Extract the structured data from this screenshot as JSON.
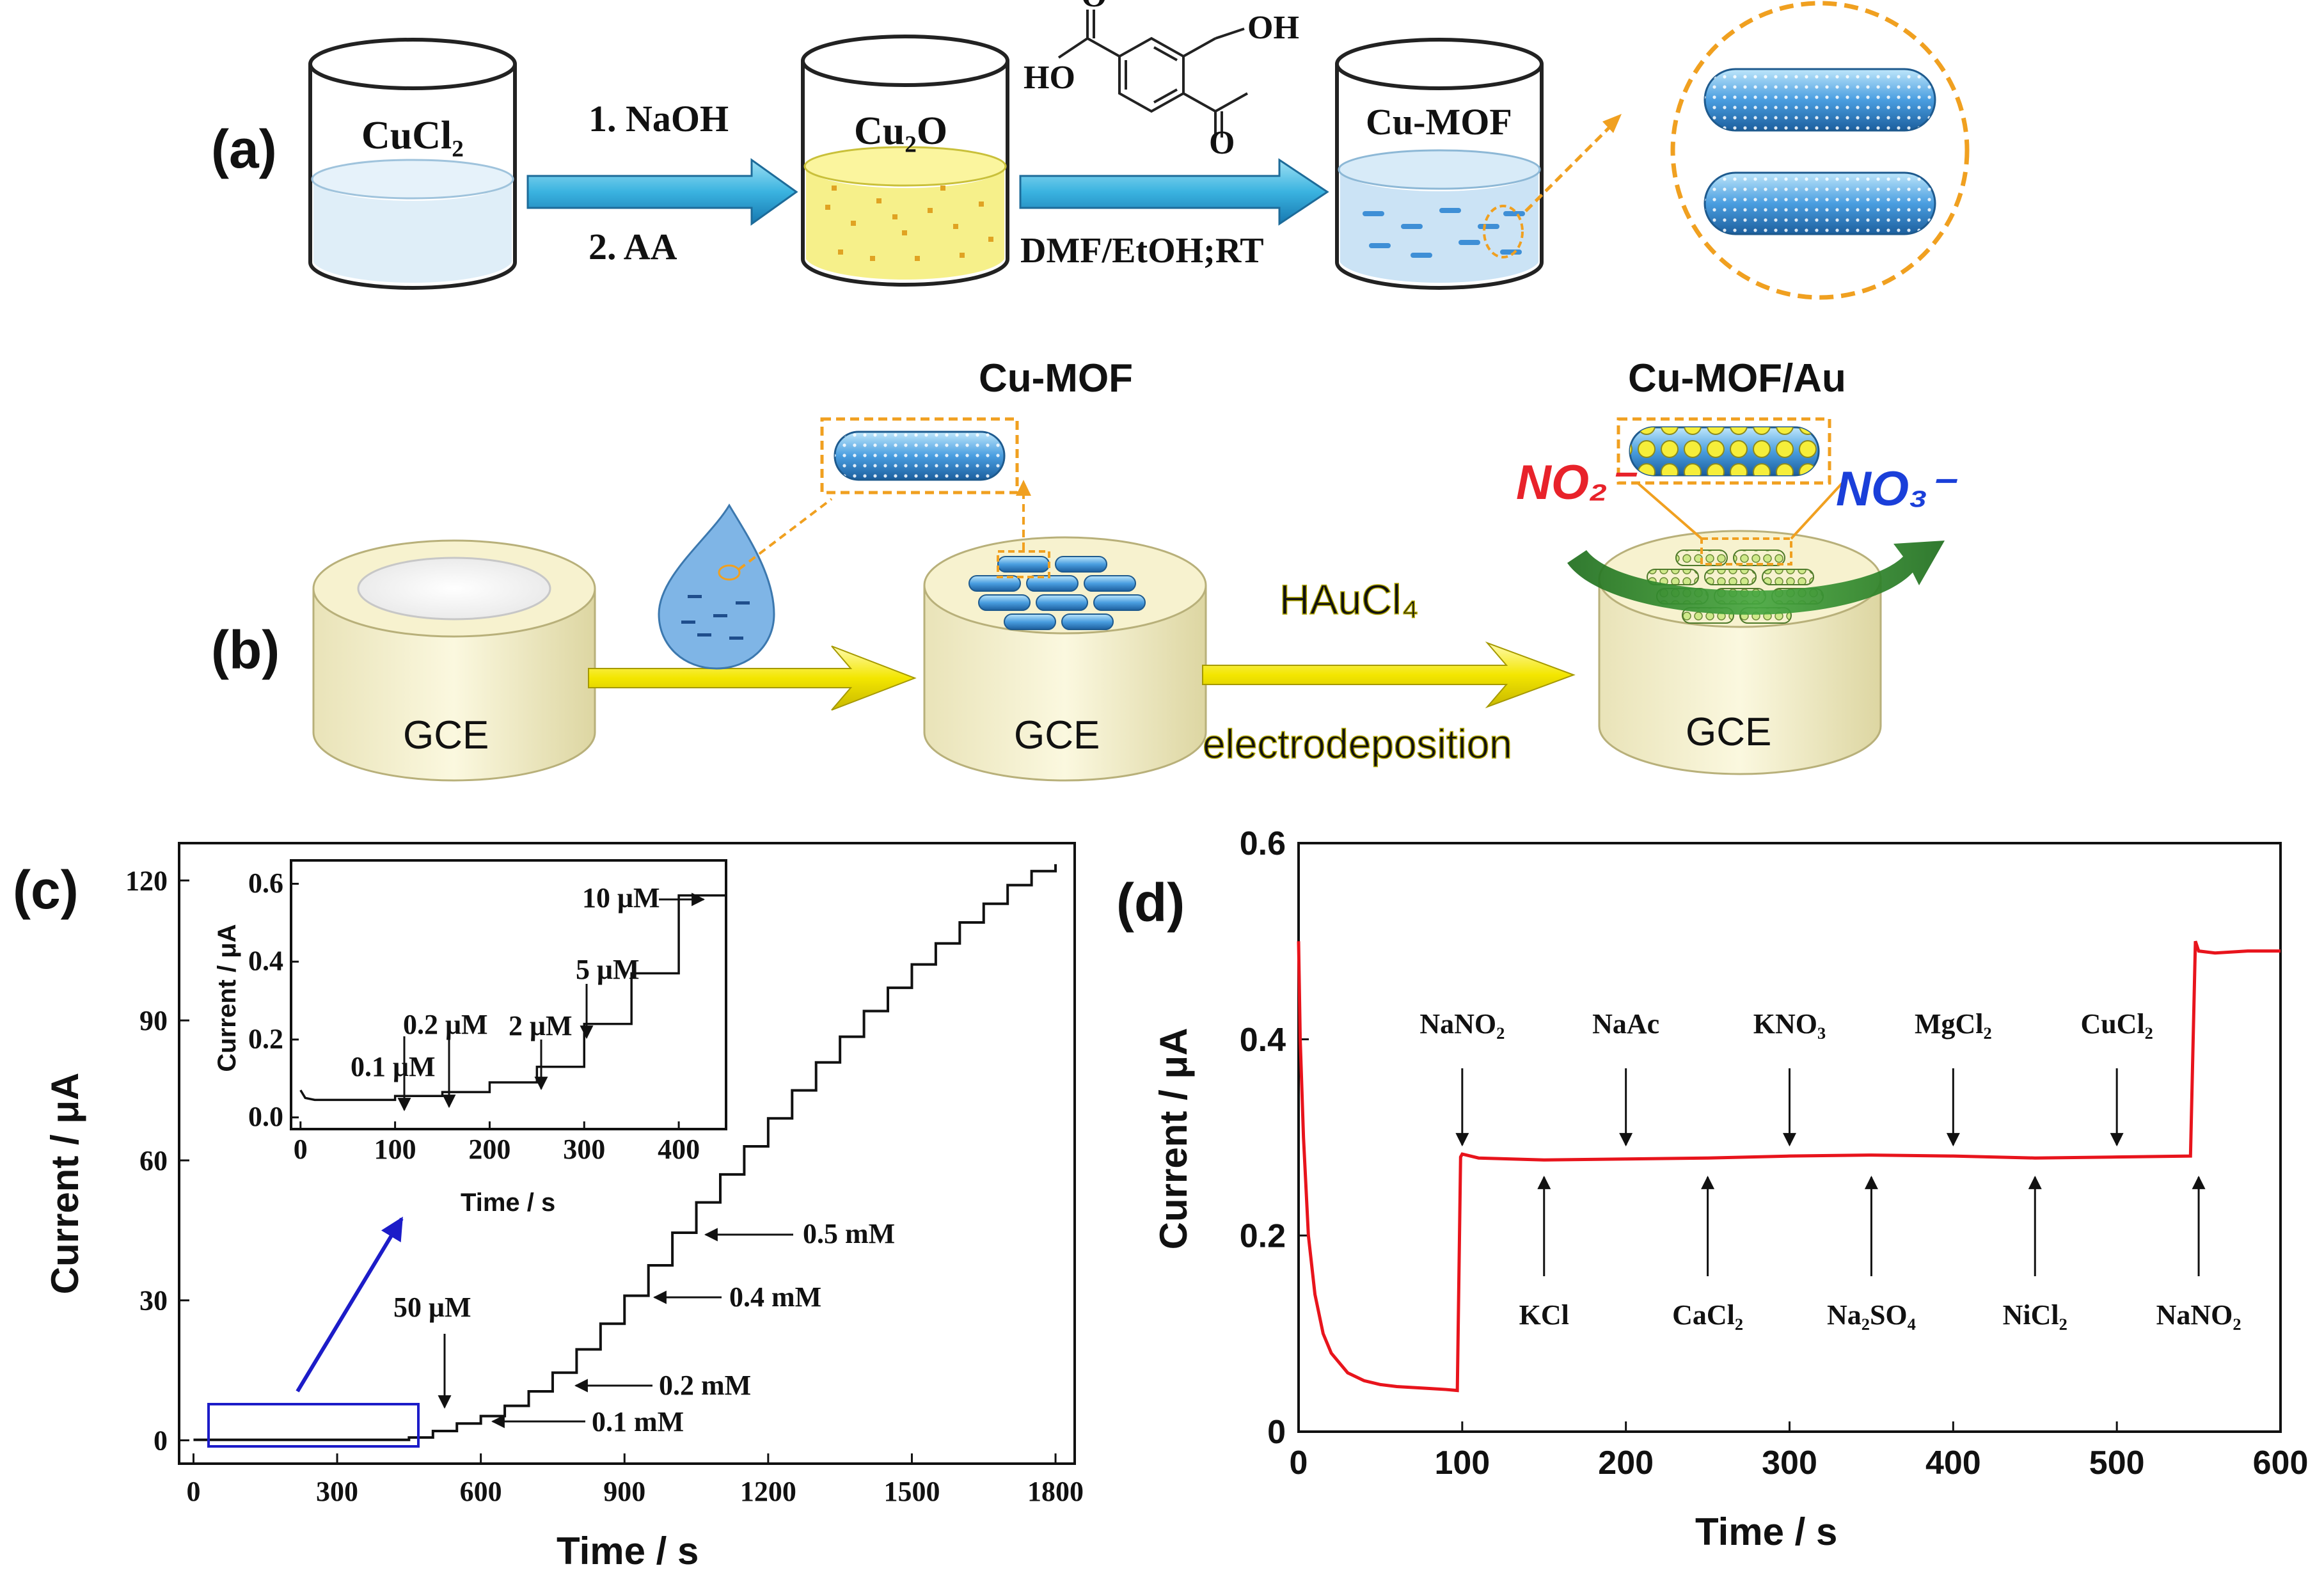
{
  "panel_a": {
    "label": "(a)",
    "beaker1_label": "CuCl₂",
    "step1": "1. NaOH",
    "step2": "2. AA",
    "beaker2_label": "Cu₂O",
    "linker_oh_top": "OH",
    "linker_o_left": "O",
    "linker_ho": "HO",
    "linker_o_right": "O",
    "condition": "DMF/EtOH;RT",
    "beaker3_label": "Cu-MOF"
  },
  "panel_b": {
    "label": "(b)",
    "electrode1": "GCE",
    "electrode2": "GCE",
    "electrode3": "GCE",
    "mof_label": "Cu-MOF",
    "mof_au_label": "Cu-MOF/Au",
    "reagent": "HAuCl₄",
    "process": "electrodeposition",
    "nitrite": "NO₂⁻",
    "nitrate": "NO₃⁻",
    "colors": {
      "nitrite": "#e8222a",
      "nitrate": "#1a3fd9",
      "arrow_yellow": "#f3e600",
      "arrow_green": "#2e8a2c"
    }
  },
  "panel_c": {
    "label": "(c)",
    "annotations": {
      "a50uM": "50 μM",
      "a01mM": "0.1 mM",
      "a02mM": "0.2 mM",
      "a04mM": "0.4 mM",
      "a05mM": "0.5 mM"
    },
    "inset": {
      "xlabel": "Time / s",
      "ylabel": "Current / μA",
      "xticks": [
        "0",
        "100",
        "200",
        "300",
        "400"
      ],
      "yticks": [
        "0.0",
        "0.2",
        "0.4",
        "0.6"
      ],
      "annotations": {
        "a01": "0.1 μM",
        "a02": "0.2 μM",
        "a2": "2 μM",
        "a5": "5 μM",
        "a10": "10 μM"
      }
    }
  },
  "panel_d": {
    "label": "(d)",
    "additions_top": [
      {
        "name": "NaNO₂",
        "t": 100
      },
      {
        "name": "NaAc",
        "t": 200
      },
      {
        "name": "KNO₃",
        "t": 300
      },
      {
        "name": "MgCl₂",
        "t": 400
      },
      {
        "name": "CuCl₂",
        "t": 500
      }
    ],
    "additions_bottom": [
      {
        "name": "KCl",
        "t": 150
      },
      {
        "name": "CaCl₂",
        "t": 250
      },
      {
        "name": "Na₂SO₄",
        "t": 350
      },
      {
        "name": "NiCl₂",
        "t": 450
      },
      {
        "name": "NaNO₂",
        "t": 550
      }
    ],
    "line_color": "#e8141c"
  },
  "chart_data": [
    {
      "type": "line",
      "panel": "c",
      "xlabel": "Time / s",
      "ylabel": "Current / μA",
      "xlim": [
        -30,
        1840
      ],
      "ylim": [
        -5,
        128
      ],
      "xticks": [
        0,
        300,
        600,
        900,
        1200,
        1500,
        1800
      ],
      "yticks": [
        0,
        30,
        60,
        90,
        120
      ],
      "series": [
        {
          "x": [
            0,
            450,
            500,
            550,
            600,
            650,
            700,
            750,
            800,
            850,
            900,
            950,
            1000,
            1050,
            1100,
            1150,
            1200,
            1250,
            1300,
            1350,
            1400,
            1450,
            1500,
            1550,
            1600,
            1650,
            1700,
            1750,
            1800
          ],
          "y": [
            0.1,
            0.6,
            2.0,
            3.6,
            5.2,
            7.4,
            10.5,
            14.5,
            19.5,
            25.0,
            31.0,
            37.5,
            44.5,
            51.0,
            57.0,
            63.0,
            69.0,
            75.0,
            81.0,
            86.5,
            92.0,
            97.0,
            102.0,
            106.5,
            111.0,
            115.0,
            119.0,
            122.0,
            123.5
          ]
        }
      ]
    },
    {
      "type": "line",
      "panel": "c-inset",
      "xlabel": "Time / s",
      "ylabel": "Current / μA",
      "xlim": [
        -10,
        450
      ],
      "ylim": [
        -0.03,
        0.66
      ],
      "xticks": [
        0,
        100,
        200,
        300,
        400
      ],
      "yticks": [
        0.0,
        0.2,
        0.4,
        0.6
      ],
      "series": [
        {
          "x": [
            0,
            5,
            15,
            100,
            150,
            200,
            250,
            300,
            350,
            400,
            450
          ],
          "y": [
            0.07,
            0.05,
            0.045,
            0.055,
            0.065,
            0.09,
            0.13,
            0.24,
            0.37,
            0.57,
            0.57
          ]
        }
      ]
    },
    {
      "type": "line",
      "panel": "d",
      "xlabel": "Time / s",
      "ylabel": "Current / μA",
      "xlim": [
        0,
        600
      ],
      "ylim": [
        0,
        0.6
      ],
      "xticks": [
        0,
        100,
        200,
        300,
        400,
        500,
        600
      ],
      "yticks": [
        0,
        0.2,
        0.4,
        0.6
      ],
      "series": [
        {
          "x": [
            0,
            1,
            3,
            6,
            10,
            15,
            20,
            30,
            40,
            50,
            60,
            70,
            80,
            90,
            97,
            99,
            100,
            110,
            150,
            200,
            250,
            300,
            350,
            400,
            450,
            500,
            545,
            548,
            550,
            560,
            580,
            600
          ],
          "y": [
            0.5,
            0.4,
            0.3,
            0.2,
            0.14,
            0.1,
            0.08,
            0.06,
            0.052,
            0.048,
            0.046,
            0.045,
            0.044,
            0.043,
            0.042,
            0.28,
            0.283,
            0.279,
            0.277,
            0.278,
            0.279,
            0.281,
            0.282,
            0.281,
            0.279,
            0.28,
            0.281,
            0.5,
            0.49,
            0.488,
            0.49,
            0.49
          ]
        }
      ]
    }
  ]
}
